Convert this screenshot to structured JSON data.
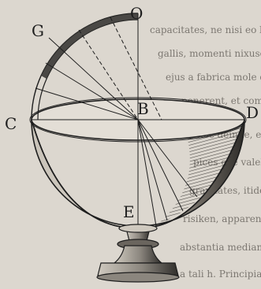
{
  "figure": {
    "labels": {
      "o": "O",
      "g": "G",
      "b": "B",
      "c": "C",
      "d": "D",
      "e": "E"
    }
  },
  "background_text": {
    "lines": [
      "capacitates, ne nisi eo lidi un",
      "gallis, momenti nixusque ejus lio",
      "ejus a fabrica mole debilium",
      "ponerent, et componerent recte",
      "hoc deinde, erat in solido",
      "pices eae valebant, tum, quis c",
      "gravitates, itidem amplitudo",
      "risiken, apparentes quaest. Dele",
      "abstantia mediamentum, que",
      "a tali h. Principiat"
    ]
  },
  "colors": {
    "paper": "#dcd7cf",
    "ink": "#1e1e1e",
    "shade": "#3a3835"
  }
}
